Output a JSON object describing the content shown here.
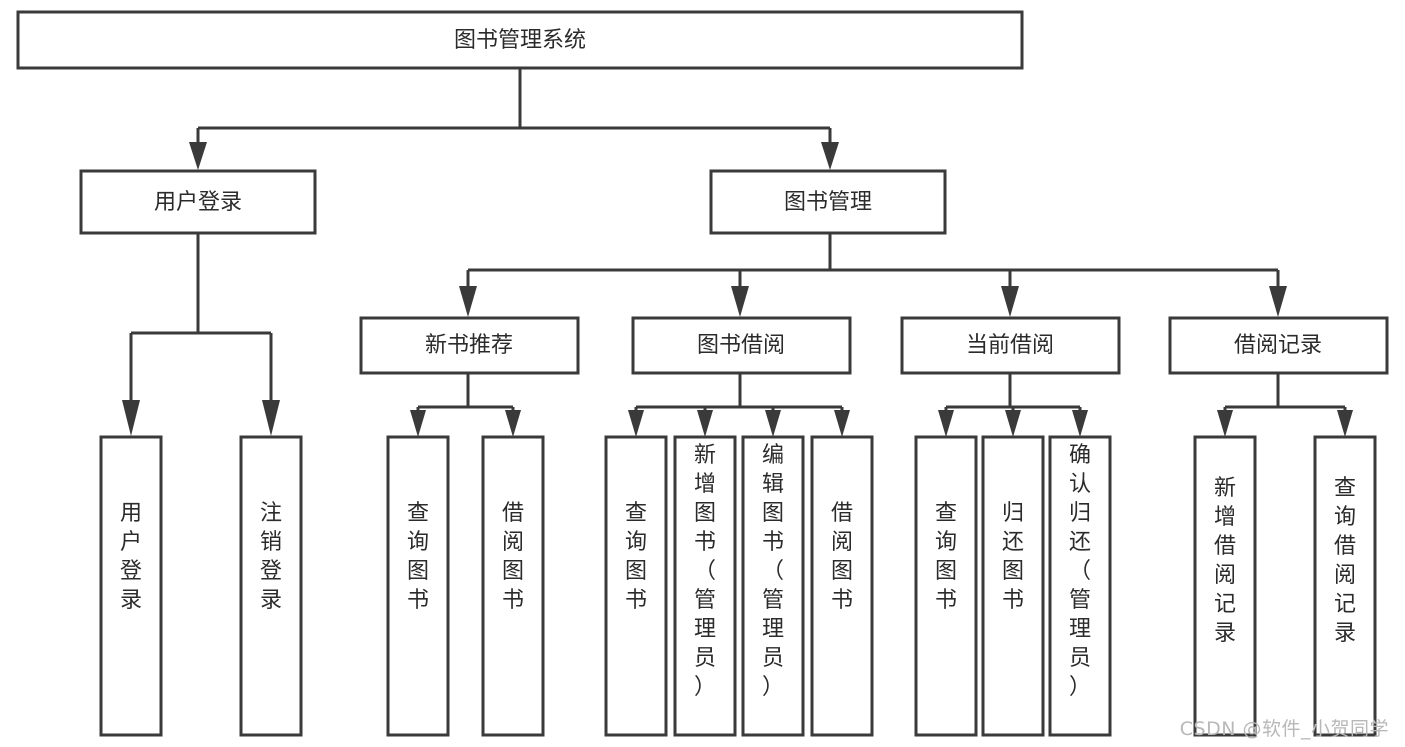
{
  "diagram": {
    "type": "tree",
    "title": "图书管理系统",
    "orientation": "top-down",
    "colors": {
      "box_stroke": "#3a3a3a",
      "box_fill": "#ffffff",
      "text": "#2b2b2b",
      "edge": "#3a3a3a",
      "background": "#ffffff",
      "watermark": "#b8b8b8"
    },
    "nodes": {
      "root": {
        "label": "图书管理系统",
        "level": 1,
        "orientation": "horizontal"
      },
      "l2": [
        {
          "id": "user-login",
          "label": "用户登录",
          "level": 2,
          "orientation": "horizontal"
        },
        {
          "id": "book-manage",
          "label": "图书管理",
          "level": 2,
          "orientation": "horizontal"
        }
      ],
      "l3": [
        {
          "id": "new-book-recommend",
          "label": "新书推荐",
          "level": 3,
          "orientation": "horizontal"
        },
        {
          "id": "book-borrow",
          "label": "图书借阅",
          "level": 3,
          "orientation": "horizontal"
        },
        {
          "id": "current-borrow",
          "label": "当前借阅",
          "level": 3,
          "orientation": "horizontal"
        },
        {
          "id": "borrow-record",
          "label": "借阅记录",
          "level": 3,
          "orientation": "horizontal"
        }
      ],
      "leaves": {
        "user_login": [
          {
            "id": "leaf-user-login",
            "label": "用户登录",
            "orientation": "vertical"
          },
          {
            "id": "leaf-user-logout",
            "label": "注销登录",
            "orientation": "vertical"
          }
        ],
        "new_book_recommend": [
          {
            "id": "leaf-query-book-1",
            "label": "查询图书",
            "orientation": "vertical"
          },
          {
            "id": "leaf-borrow-book-1",
            "label": "借阅图书",
            "orientation": "vertical"
          }
        ],
        "book_borrow": [
          {
            "id": "leaf-query-book-2",
            "label": "查询图书",
            "orientation": "vertical"
          },
          {
            "id": "leaf-add-book-admin",
            "label": "新增图书（管理员）",
            "orientation": "vertical"
          },
          {
            "id": "leaf-edit-book-admin",
            "label": "编辑图书（管理员）",
            "orientation": "vertical"
          },
          {
            "id": "leaf-borrow-book-2",
            "label": "借阅图书",
            "orientation": "vertical"
          }
        ],
        "current_borrow": [
          {
            "id": "leaf-query-book-3",
            "label": "查询图书",
            "orientation": "vertical"
          },
          {
            "id": "leaf-return-book",
            "label": "归还图书",
            "orientation": "vertical"
          },
          {
            "id": "leaf-confirm-return-admin",
            "label": "确认归还（管理员）",
            "orientation": "vertical"
          }
        ],
        "borrow_record": [
          {
            "id": "leaf-add-borrow-record",
            "label": "新增借阅记录",
            "orientation": "vertical"
          },
          {
            "id": "leaf-query-borrow-record",
            "label": "查询借阅记录",
            "orientation": "vertical"
          }
        ]
      }
    },
    "edges": [
      {
        "from": "图书管理系统",
        "to": "用户登录"
      },
      {
        "from": "图书管理系统",
        "to": "图书管理"
      },
      {
        "from": "图书管理",
        "to": "新书推荐"
      },
      {
        "from": "图书管理",
        "to": "图书借阅"
      },
      {
        "from": "图书管理",
        "to": "当前借阅"
      },
      {
        "from": "图书管理",
        "to": "借阅记录"
      },
      {
        "from": "用户登录",
        "to": "用户登录"
      },
      {
        "from": "用户登录",
        "to": "注销登录"
      },
      {
        "from": "新书推荐",
        "to": "查询图书"
      },
      {
        "from": "新书推荐",
        "to": "借阅图书"
      },
      {
        "from": "图书借阅",
        "to": "查询图书"
      },
      {
        "from": "图书借阅",
        "to": "新增图书（管理员）"
      },
      {
        "from": "图书借阅",
        "to": "编辑图书（管理员）"
      },
      {
        "from": "图书借阅",
        "to": "借阅图书"
      },
      {
        "from": "当前借阅",
        "to": "查询图书"
      },
      {
        "from": "当前借阅",
        "to": "归还图书"
      },
      {
        "from": "当前借阅",
        "to": "确认归还（管理员）"
      },
      {
        "from": "借阅记录",
        "to": "新增借阅记录"
      },
      {
        "from": "借阅记录",
        "to": "查询借阅记录"
      }
    ]
  },
  "watermark": {
    "text": "CSDN @软件_小贺同学"
  }
}
